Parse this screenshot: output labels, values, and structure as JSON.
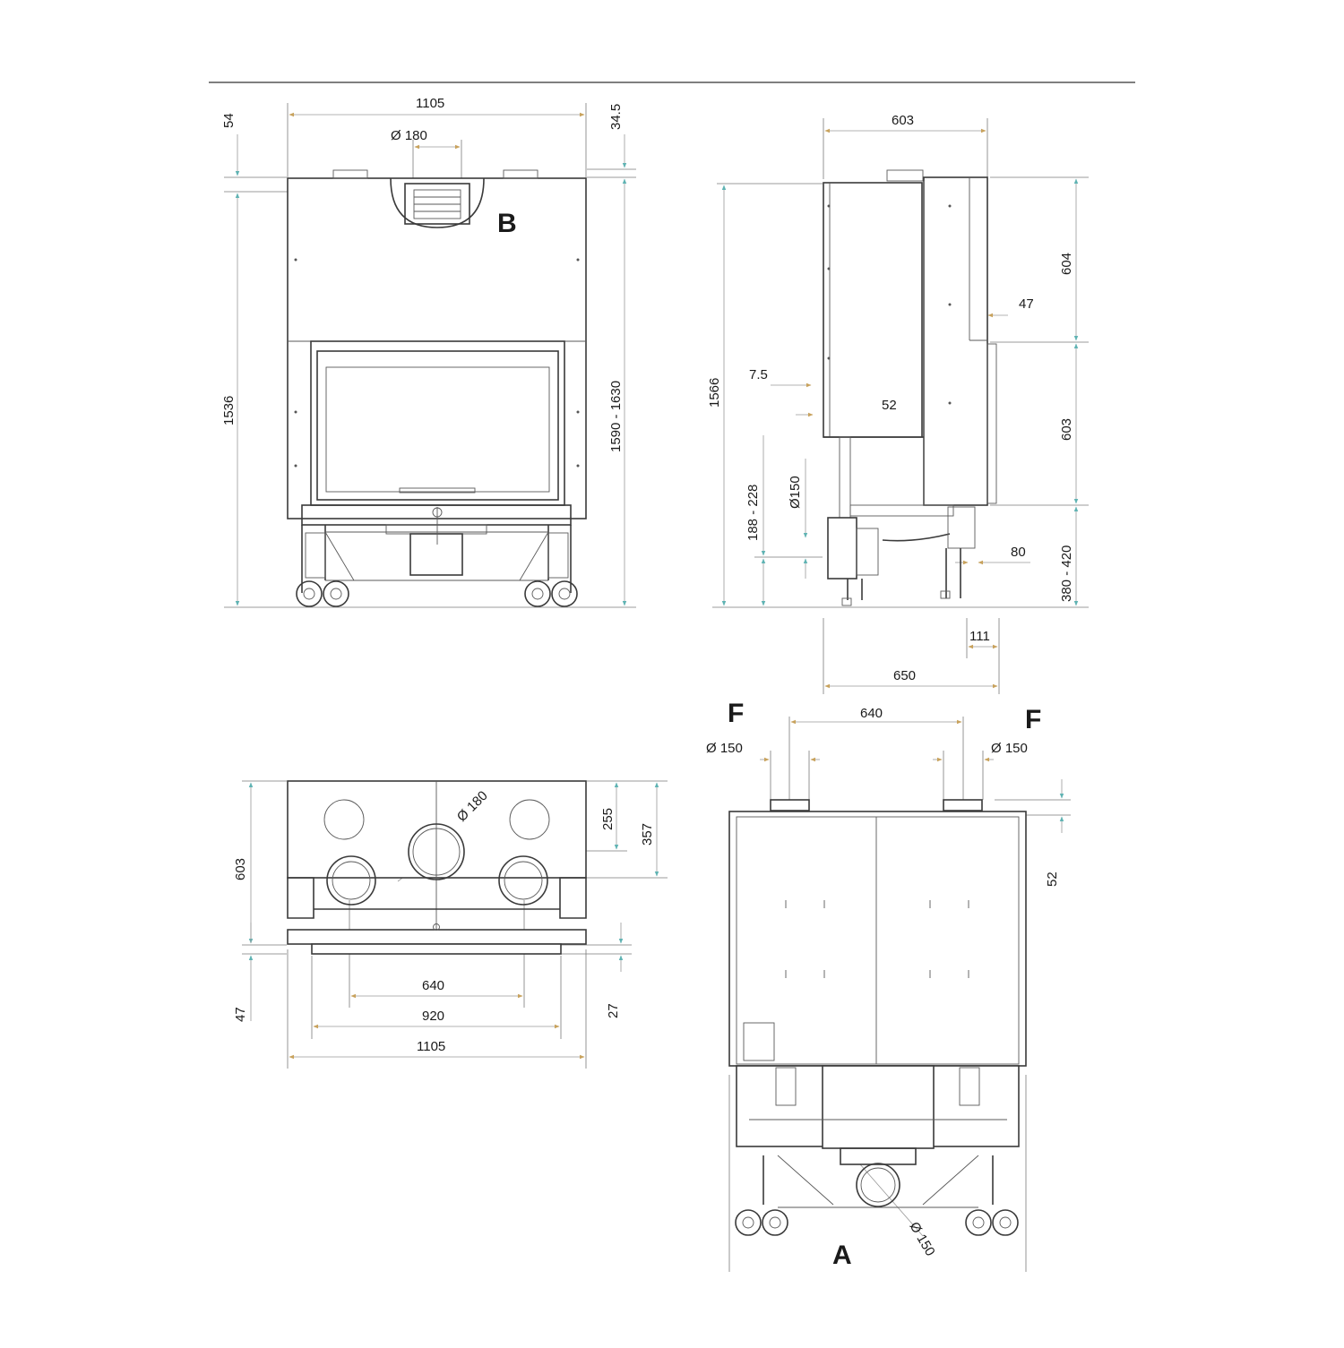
{
  "colors": {
    "arrow_horizontal": "#c8a25c",
    "arrow_vertical": "#5fb3b3",
    "line": "#3a3a3a"
  },
  "front": {
    "label": "B",
    "w_1105": "1105",
    "d_180": "Ø 180",
    "d_54": "54",
    "d_34_5": "34.5",
    "h_1536": "1536",
    "h_1590_1630": "1590   - 1630"
  },
  "side": {
    "w_603": "603",
    "h_1566": "1566",
    "h_604": "604",
    "h_603": "603",
    "h_380_420": "380   - 420",
    "d_47": "47",
    "d_7_5": "7.5",
    "d_52": "52",
    "d_150": "Ø150",
    "h_188_228": "188 - 228",
    "d_80": "80",
    "d_111": "111",
    "w_650": "650"
  },
  "top": {
    "d_180": "Ø 180",
    "h_603": "603",
    "h_47": "47",
    "h_255": "255",
    "h_357": "357",
    "h_27": "27",
    "w_640": "640",
    "w_920": "920",
    "w_1105": "1105"
  },
  "back": {
    "label_f_left": "F",
    "label_f_right": "F",
    "d_150_left": "Ø 150",
    "d_150_right": "Ø 150",
    "w_640": "640",
    "h_52": "52",
    "label_a": "A",
    "d_150_bottom": "Ø 150"
  }
}
